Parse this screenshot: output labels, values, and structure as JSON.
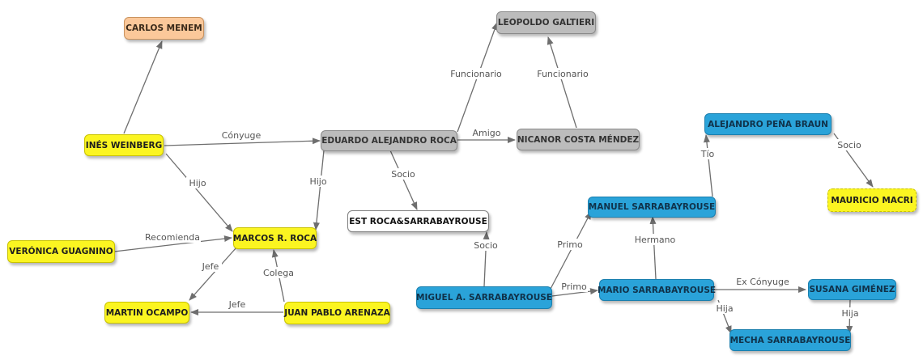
{
  "nodes": {
    "carlos_menem": "CARLOS MENEM",
    "leopoldo_galtieri": "LEOPOLDO GALTIERI",
    "ines_weinberg": "INÉS WEINBERG",
    "eduardo_roca": "EDUARDO ALEJANDRO ROCA",
    "nicanor_costa_mendez": "NICANOR COSTA MÉNDEZ",
    "alejandro_pena_braun": "ALEJANDRO PEÑA BRAUN",
    "mauricio_macri": "MAURICIO MACRI",
    "est_roca": "EST ROCA&SARRABAYROUSE",
    "manuel_sarrabayrouse": "MANUEL SARRABAYROUSE",
    "veronica_guagnino": "VERÓNICA GUAGNINO",
    "marcos_roca": "MARCOS R. ROCA",
    "miguel_sarrabayrouse": "MIGUEL A. SARRABAYROUSE",
    "mario_sarrabayrouse": "MARIO SARRABAYROUSE",
    "susana_gimenez": "SUSANA GIMÉNEZ",
    "martin_ocampo": "MARTIN OCAMPO",
    "juan_pablo_arenaza": "JUAN PABLO ARENAZA",
    "mecha_sarrabayrouse": "MECHA SARRABAYROUSE"
  },
  "edges": {
    "ines_to_menem": "",
    "ines_to_eduardo": "Cónyuge",
    "ines_to_marcos": "Hijo",
    "eduardo_to_galtieri": "Funcionario",
    "nicanor_to_galtieri": "Funcionario",
    "eduardo_to_nicanor": "Amigo",
    "eduardo_to_marcos": "Hijo",
    "eduardo_to_est": "Socio",
    "veronica_to_marcos": "Recomienda",
    "marcos_to_ocampo": "Jefe",
    "arenaza_to_marcos": "Colega",
    "arenaza_to_ocampo": "Jefe",
    "miguel_to_est": "Socio",
    "miguel_to_manuel": "Primo",
    "miguel_to_mario": "Primo",
    "mario_to_manuel": "Hermano",
    "manuel_to_alejandro": "Tío",
    "alejandro_to_macri": "Socio",
    "mario_to_susana": "Ex Cónyuge",
    "mario_to_mecha": "Hija",
    "susana_to_mecha": "Hija"
  },
  "colors": {
    "yellow": "#fbf521",
    "grey": "#bcbcbc",
    "orange": "#fbc89a",
    "blue": "#2aa3d9",
    "white": "#ffffff",
    "edge": "#6e6e6e"
  }
}
